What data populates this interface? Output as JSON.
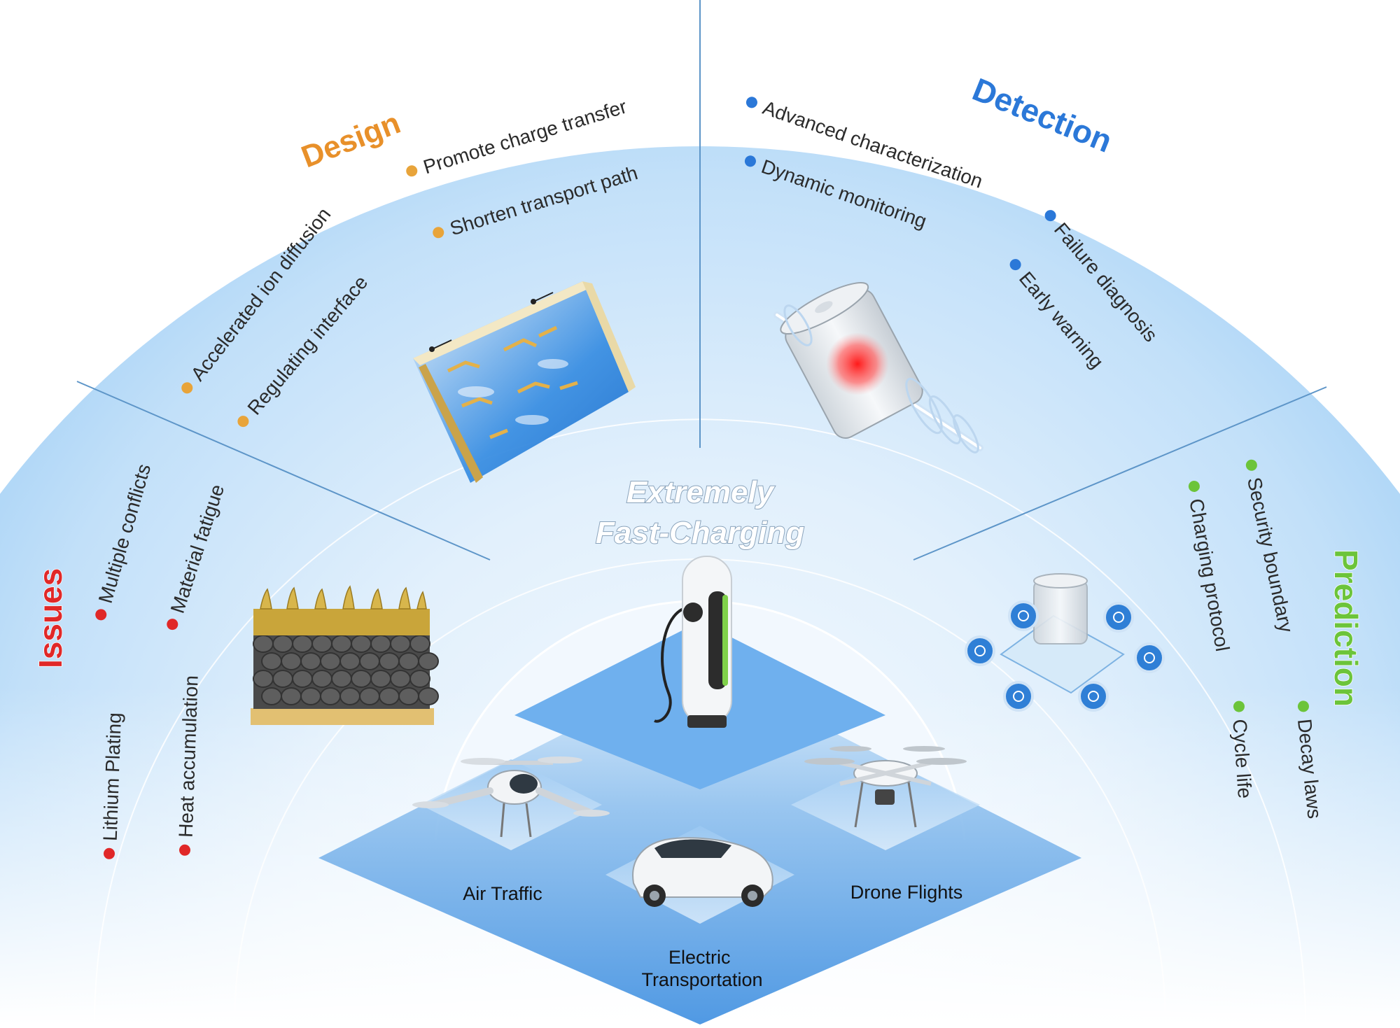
{
  "center": {
    "line1": "Extremely",
    "line2": "Fast-Charging"
  },
  "sections": {
    "design": {
      "title": "Design",
      "items": [
        "Promote charge transfer",
        "Shorten transport path",
        "Accelerated ion diffusion",
        "Regulating interface"
      ]
    },
    "detection": {
      "title": "Detection",
      "items": [
        "Advanced characterization",
        "Dynamic monitoring",
        "Failure diagnosis",
        "Early warning"
      ]
    },
    "issues": {
      "title": "Issues",
      "items": [
        "Multiple conflicts",
        "Material fatigue",
        "Heat accumulation",
        "Lithium Plating"
      ]
    },
    "prediction": {
      "title": "Prediction",
      "items": [
        "Security boundary",
        "Charging protocol",
        "Decay laws",
        "Cycle life"
      ]
    }
  },
  "applications": {
    "air": "Air Traffic",
    "drone": "Drone Flights",
    "electric": "Electric Transportation"
  },
  "colors": {
    "design": "#e8902a",
    "detection": "#2b78d8",
    "issues": "#e02828",
    "prediction": "#6cc43a",
    "bg_outer": "#a6d3f7",
    "bg_inner": "#e9f4fd",
    "divider": "#5d95c8"
  }
}
